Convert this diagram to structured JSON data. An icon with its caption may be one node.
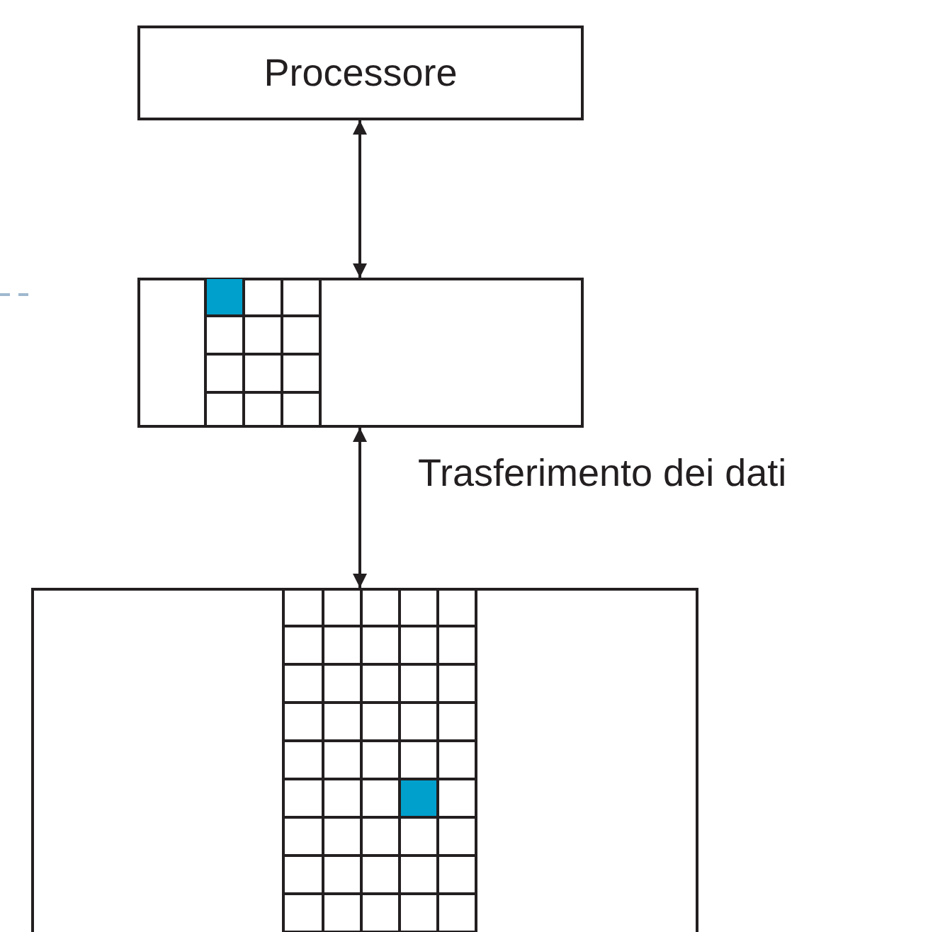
{
  "diagram": {
    "nodes": [
      {
        "text": [
          "Processore"
        ]
      },
      {
        "text": [],
        "shape": "box"
      },
      {
        "text": [],
        "shape": "box"
      }
    ],
    "edges": [
      {
        "from": 0,
        "to": 1,
        "arrow": "both"
      },
      {
        "from": 1,
        "to": 2,
        "arrow": "both",
        "label": "Trasferimento dei dati"
      }
    ]
  }
}
